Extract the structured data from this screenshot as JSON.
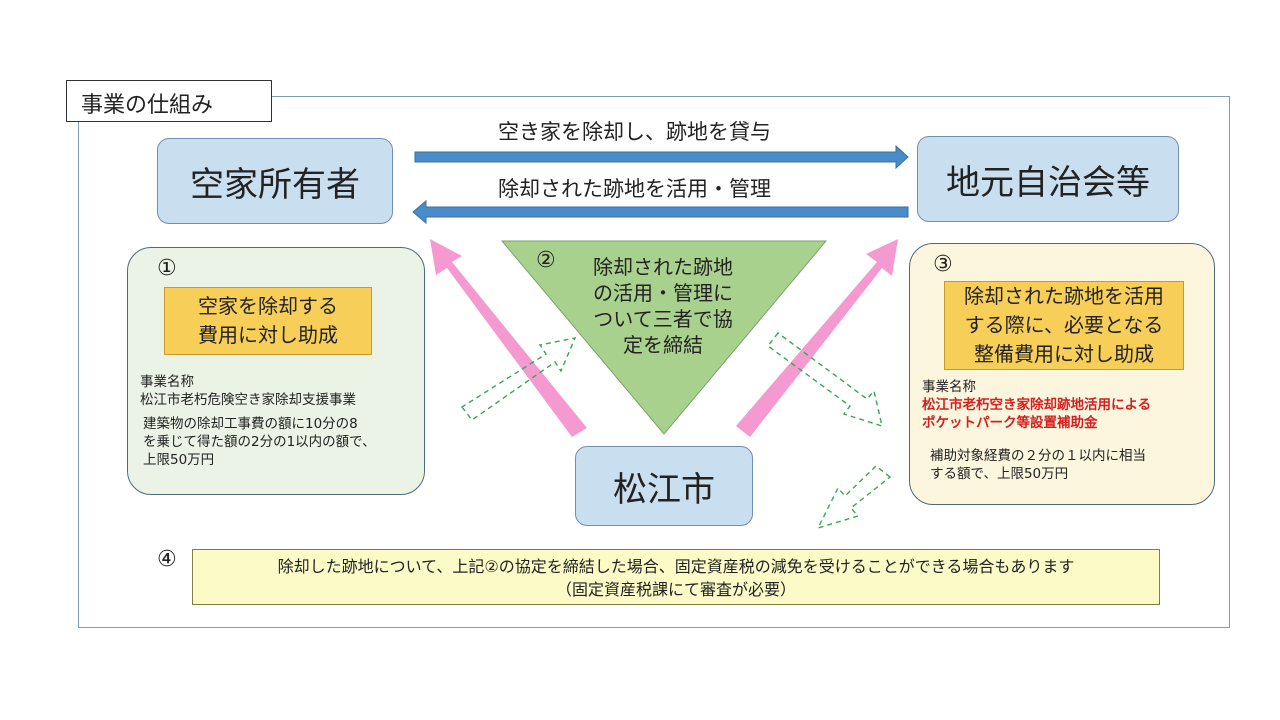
{
  "title": "事業の仕組み",
  "entities": {
    "owner": "空家所有者",
    "association": "地元自治会等",
    "city": "松江市"
  },
  "flows": {
    "top": "空き家を除却し、跡地を貸与",
    "bottom": "除却された跡地を活用・管理"
  },
  "panel1": {
    "number": "①",
    "headline_line1": "空家を除却する",
    "headline_line2": "費用に対し助成",
    "name_label": "事業名称",
    "name_value": "松江市老朽危険空き家除却支援事業",
    "desc_line1": "建築物の除却工事費の額に10分の8",
    "desc_line2": "を乗じて得た額の2分の1以内の額で、",
    "desc_line3": "上限50万円"
  },
  "agreement": {
    "number": "②",
    "line1": "除却された跡地",
    "line2": "の活用・管理に",
    "line3": "ついて三者で協",
    "line4": "定を締結"
  },
  "panel3": {
    "number": "③",
    "headline_line1": "除却された跡地を活用",
    "headline_line2": "する際に、必要となる",
    "headline_line3": "整備費用に対し助成",
    "name_label": "事業名称",
    "name_value_line1": "松江市老朽空き家除却跡地活用による",
    "name_value_line2": "ポケットパーク等設置補助金",
    "desc_line1": "補助対象経費の２分の１以内に相当",
    "desc_line2": "する額で、上限50万円"
  },
  "note": {
    "number": "④",
    "line1": "除却した跡地について、上記②の協定を締結した場合、固定資産税の減免を受けることができる場合もあります",
    "line2": "（固定資産税課にて審査が必要）"
  },
  "colors": {
    "entity_fill": "#c9dff0",
    "flow_arrow": "#4a8cc9",
    "pink_arrow": "#f49ad0",
    "triangle": "#a9d18e",
    "dashed_arrow": "#3aa655",
    "gold_box": "#f7cf58",
    "panel1_fill": "#ebf3e7",
    "panel3_fill": "#fdf6df",
    "note_fill": "#fcfbc7",
    "emphasis_text": "#d42020"
  }
}
